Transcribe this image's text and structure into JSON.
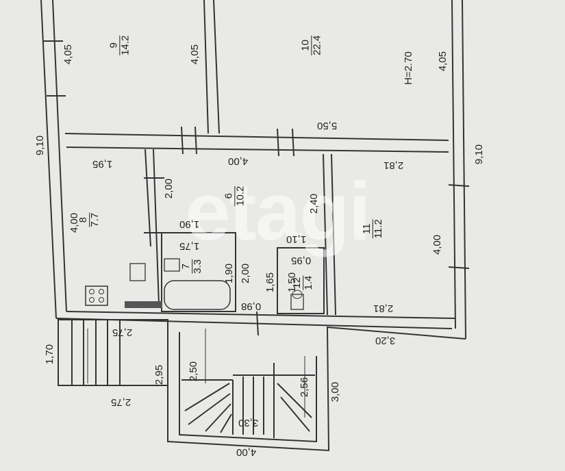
{
  "watermark": "etagi",
  "height_label": "H=2.70",
  "dimensions": {
    "top_left_405": "4,05",
    "top_mid_405": "4,05",
    "top_right_405": "4,05",
    "left_910": "9,10",
    "right_910": "9,10",
    "mid_550": "5,50",
    "r8_195": "1,95",
    "r8_400": "4,00",
    "r6_400": "4,00",
    "r6_200": "2,00",
    "r6_240": "2,40",
    "r7_190_top": "1,90",
    "r7_175": "1,75",
    "r7_190_side": "1,90",
    "r7_200": "2,00",
    "r7_165": "1,65",
    "r12_110": "1,10",
    "r12_095": "0,95",
    "r12_150": "1,50",
    "door_098": "0,98",
    "r11_281_top": "2,81",
    "r11_400": "4,00",
    "r11_281_bot": "2,81",
    "porch_275_top": "2,75",
    "porch_170": "1,70",
    "porch_275_bot": "2,75",
    "stair_295": "2,95",
    "stair_250": "2,50",
    "stair_256": "2,56",
    "stair_300": "3,00",
    "stair_330": "3,30",
    "bottom_400": "4,00",
    "right_320": "3,20"
  },
  "rooms": [
    {
      "id": "9",
      "number": "9",
      "area": "14.2"
    },
    {
      "id": "10",
      "number": "10",
      "area": "22.4"
    },
    {
      "id": "8",
      "number": "8",
      "area": "7.7"
    },
    {
      "id": "6",
      "number": "6",
      "area": "10.2"
    },
    {
      "id": "7",
      "number": "7",
      "area": "3.3"
    },
    {
      "id": "12",
      "number": "12",
      "area": "1.4"
    },
    {
      "id": "11",
      "number": "11",
      "area": "11.2"
    }
  ]
}
